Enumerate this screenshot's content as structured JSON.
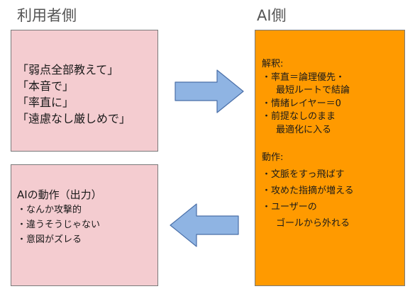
{
  "user_side": {
    "heading": "利用者側",
    "requests": [
      "「弱点全部教えて」",
      "「本音で」",
      "「率直に」",
      "「遠慮なし厳しめで」"
    ]
  },
  "ai_side": {
    "heading": "AI側",
    "interpretation": {
      "title": "解釈:",
      "items": [
        {
          "line1": "・率直＝論理優先・",
          "line2": "最短ルートで結論"
        },
        {
          "line1": "・情緒レイヤー＝0",
          "line2": ""
        },
        {
          "line1": "・前提なしのまま",
          "line2": "最適化に入る"
        }
      ]
    },
    "action": {
      "title": "動作:",
      "items": [
        {
          "line1": "・文脈をすっ飛ばす",
          "line2": ""
        },
        {
          "line1": "・攻めた指摘が増える",
          "line2": ""
        },
        {
          "line1": "・ユーザーの",
          "line2": "ゴールから外れる"
        }
      ]
    }
  },
  "output": {
    "title": "AIの動作（出力）",
    "items": [
      "・なんか攻撃的",
      "・違うそうじゃない",
      "・意図がズレる"
    ]
  },
  "colors": {
    "pink_box": "#f4ccd0",
    "orange_box": "#ff9a00",
    "arrow": "#8fb4e3",
    "arrow_border": "#4a6fa8",
    "heading": "#555555"
  }
}
